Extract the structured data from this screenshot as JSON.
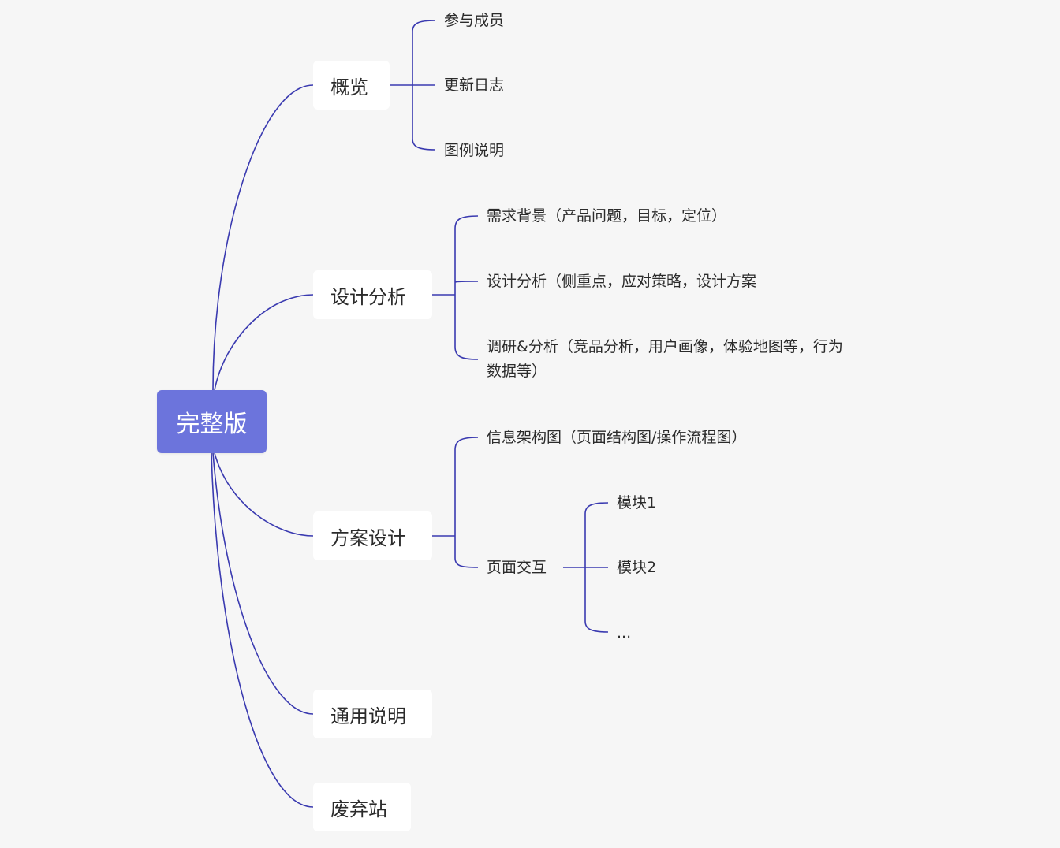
{
  "colors": {
    "background": "#f6f6f6",
    "root_fill": "#6c74dc",
    "connector": "#3a3ab0",
    "topic_fill": "#ffffff"
  },
  "root": {
    "label": "完整版"
  },
  "branches": [
    {
      "label": "概览",
      "children": [
        {
          "label": "参与成员"
        },
        {
          "label": "更新日志"
        },
        {
          "label": "图例说明"
        }
      ]
    },
    {
      "label": "设计分析",
      "children": [
        {
          "label": "需求背景（产品问题，目标，定位）"
        },
        {
          "label": "设计分析（侧重点，应对策略，设计方案"
        },
        {
          "label_line1": "调研&分析（竞品分析，用户画像，体验地图等，行为",
          "label_line2": "数据等）"
        }
      ]
    },
    {
      "label": "方案设计",
      "children": [
        {
          "label": "信息架构图（页面结构图/操作流程图）"
        },
        {
          "label": "页面交互",
          "children": [
            {
              "label": "模块1"
            },
            {
              "label": "模块2"
            },
            {
              "label": "..."
            }
          ]
        }
      ]
    },
    {
      "label": "通用说明"
    },
    {
      "label": "废弃站"
    }
  ]
}
